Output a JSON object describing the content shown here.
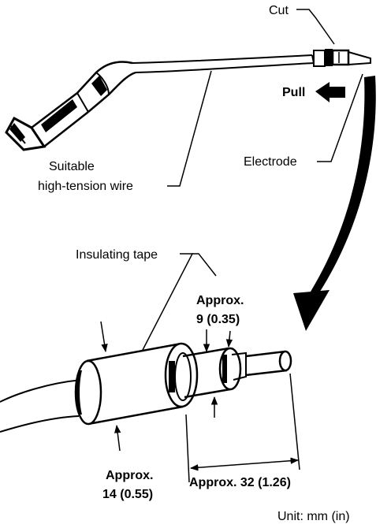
{
  "labels": {
    "cut": "Cut",
    "pull": "Pull",
    "electrode": "Electrode",
    "wire_line1": "Suitable",
    "wire_line2": "high-tension wire",
    "insulating_tape": "Insulating tape",
    "approx9_line1": "Approx.",
    "approx9_line2": "9 (0.35)",
    "approx14_line1": "Approx.",
    "approx14_line2": "14 (0.55)",
    "approx32": "Approx. 32 (1.26)",
    "unit": "Unit: mm (in)"
  },
  "colors": {
    "ink": "#000000",
    "paper": "#ffffff"
  }
}
